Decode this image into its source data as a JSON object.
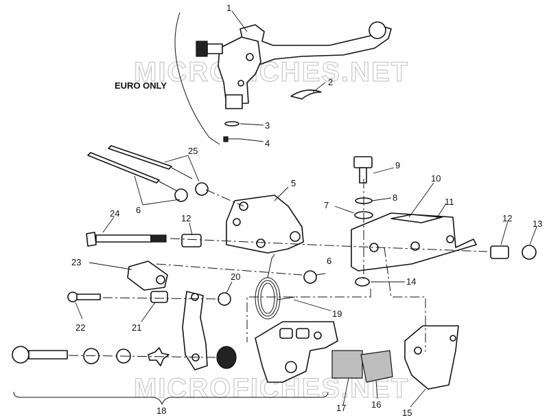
{
  "watermark": "MICROFICHES.NET",
  "note": "EURO ONLY",
  "callouts": [
    "1",
    "2",
    "3",
    "4",
    "5",
    "6",
    "6",
    "7",
    "8",
    "9",
    "10",
    "11",
    "12",
    "12",
    "13",
    "14",
    "15",
    "16",
    "17",
    "18",
    "19",
    "20",
    "21",
    "22",
    "23",
    "24",
    "25"
  ]
}
